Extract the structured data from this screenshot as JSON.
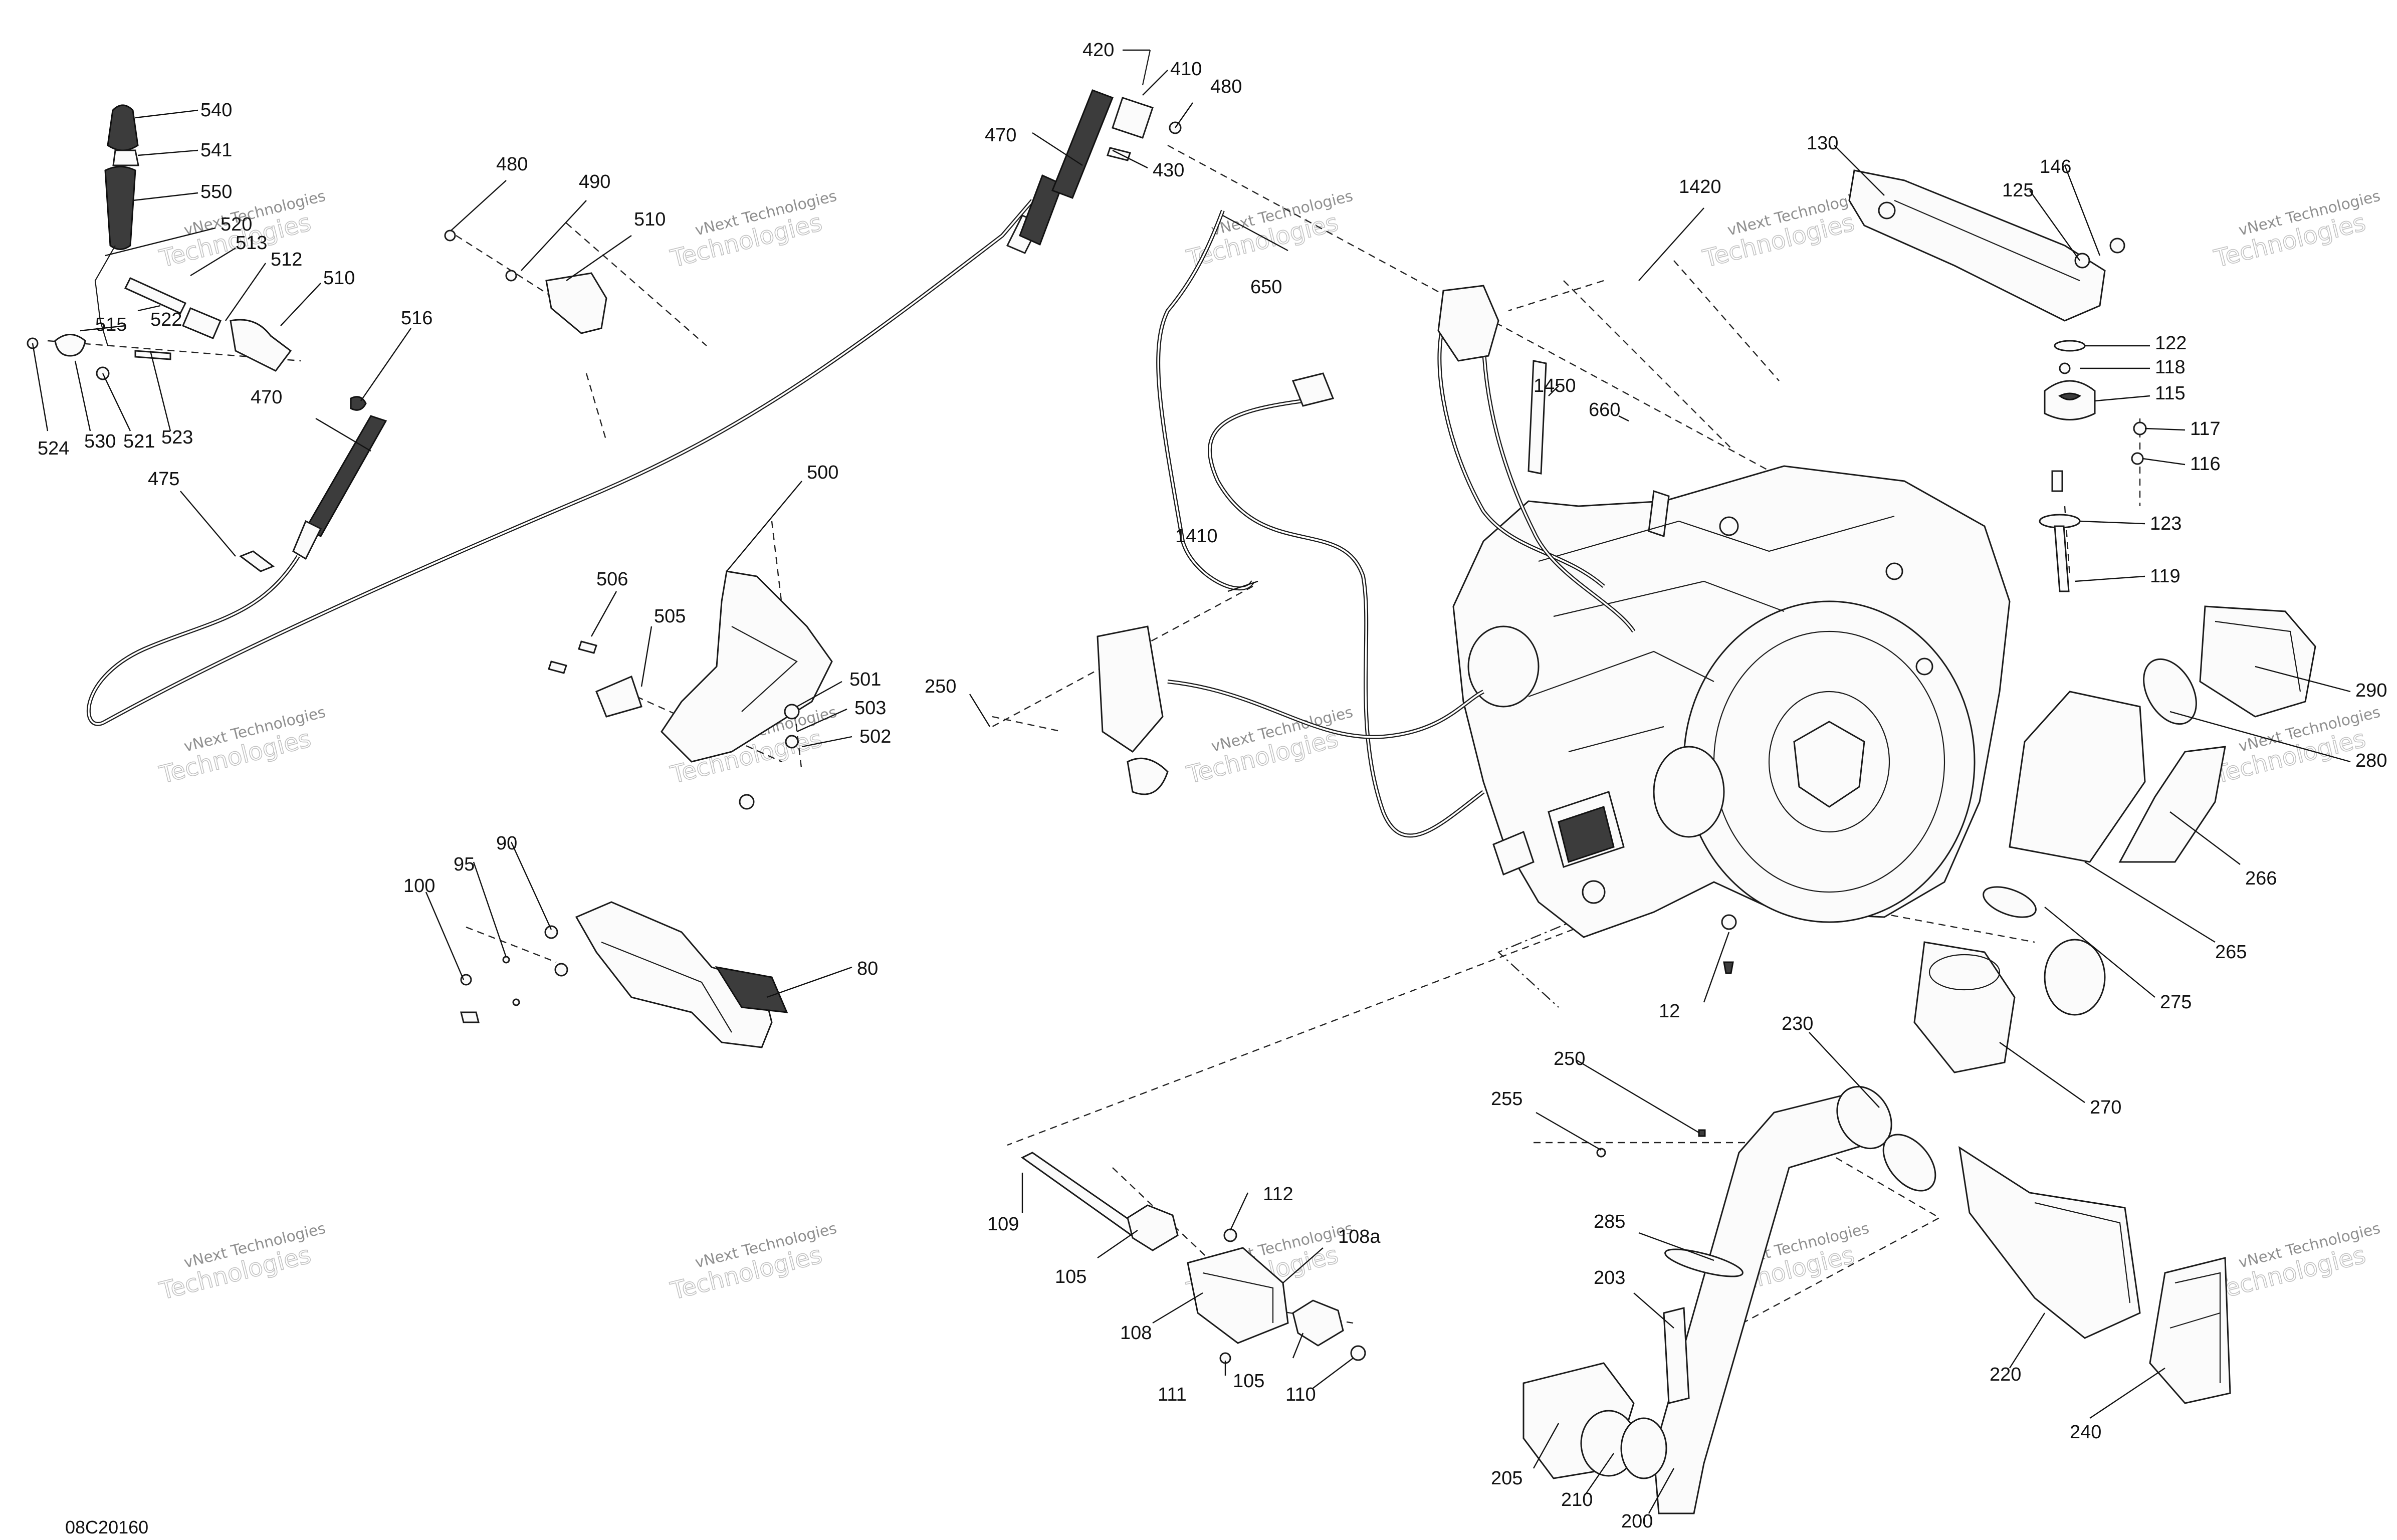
{
  "diagram_code": "08C20160",
  "watermark": {
    "line1": "vNext Technologies",
    "line2": "Technologies"
  },
  "callouts": [
    {
      "id": "540",
      "label": "540"
    },
    {
      "id": "541",
      "label": "541"
    },
    {
      "id": "550",
      "label": "550"
    },
    {
      "id": "520",
      "label": "520"
    },
    {
      "id": "513",
      "label": "513"
    },
    {
      "id": "512",
      "label": "512"
    },
    {
      "id": "510a",
      "label": "510"
    },
    {
      "id": "515",
      "label": "515"
    },
    {
      "id": "522",
      "label": "522"
    },
    {
      "id": "524",
      "label": "524"
    },
    {
      "id": "530",
      "label": "530"
    },
    {
      "id": "521",
      "label": "521"
    },
    {
      "id": "523",
      "label": "523"
    },
    {
      "id": "516",
      "label": "516"
    },
    {
      "id": "470a",
      "label": "470"
    },
    {
      "id": "475",
      "label": "475"
    },
    {
      "id": "480a",
      "label": "480"
    },
    {
      "id": "490",
      "label": "490"
    },
    {
      "id": "510b",
      "label": "510"
    },
    {
      "id": "420",
      "label": "420"
    },
    {
      "id": "410",
      "label": "410"
    },
    {
      "id": "480b",
      "label": "480"
    },
    {
      "id": "470b",
      "label": "470"
    },
    {
      "id": "430",
      "label": "430"
    },
    {
      "id": "650",
      "label": "650"
    },
    {
      "id": "1420",
      "label": "1420"
    },
    {
      "id": "130",
      "label": "130"
    },
    {
      "id": "146",
      "label": "146"
    },
    {
      "id": "125",
      "label": "125"
    },
    {
      "id": "122",
      "label": "122"
    },
    {
      "id": "118",
      "label": "118"
    },
    {
      "id": "115",
      "label": "115"
    },
    {
      "id": "117",
      "label": "117"
    },
    {
      "id": "116",
      "label": "116"
    },
    {
      "id": "123",
      "label": "123"
    },
    {
      "id": "119",
      "label": "119"
    },
    {
      "id": "1450",
      "label": "1450"
    },
    {
      "id": "660",
      "label": "660"
    },
    {
      "id": "500",
      "label": "500"
    },
    {
      "id": "506",
      "label": "506"
    },
    {
      "id": "505",
      "label": "505"
    },
    {
      "id": "501",
      "label": "501"
    },
    {
      "id": "503",
      "label": "503"
    },
    {
      "id": "502",
      "label": "502"
    },
    {
      "id": "1410",
      "label": "1410"
    },
    {
      "id": "250a",
      "label": "250"
    },
    {
      "id": "290",
      "label": "290"
    },
    {
      "id": "280",
      "label": "280"
    },
    {
      "id": "266",
      "label": "266"
    },
    {
      "id": "265",
      "label": "265"
    },
    {
      "id": "275",
      "label": "275"
    },
    {
      "id": "270",
      "label": "270"
    },
    {
      "id": "12",
      "label": "12"
    },
    {
      "id": "100",
      "label": "100"
    },
    {
      "id": "95",
      "label": "95"
    },
    {
      "id": "90",
      "label": "90"
    },
    {
      "id": "80",
      "label": "80"
    },
    {
      "id": "230",
      "label": "230"
    },
    {
      "id": "250b",
      "label": "250"
    },
    {
      "id": "255",
      "label": "255"
    },
    {
      "id": "112",
      "label": "112"
    },
    {
      "id": "108a",
      "label": "108a"
    },
    {
      "id": "109",
      "label": "109"
    },
    {
      "id": "105a",
      "label": "105"
    },
    {
      "id": "108",
      "label": "108"
    },
    {
      "id": "111",
      "label": "111"
    },
    {
      "id": "105b",
      "label": "105"
    },
    {
      "id": "110",
      "label": "110"
    },
    {
      "id": "285",
      "label": "285"
    },
    {
      "id": "203",
      "label": "203"
    },
    {
      "id": "220",
      "label": "220"
    },
    {
      "id": "240",
      "label": "240"
    },
    {
      "id": "205",
      "label": "205"
    },
    {
      "id": "210",
      "label": "210"
    },
    {
      "id": "200",
      "label": "200"
    }
  ]
}
